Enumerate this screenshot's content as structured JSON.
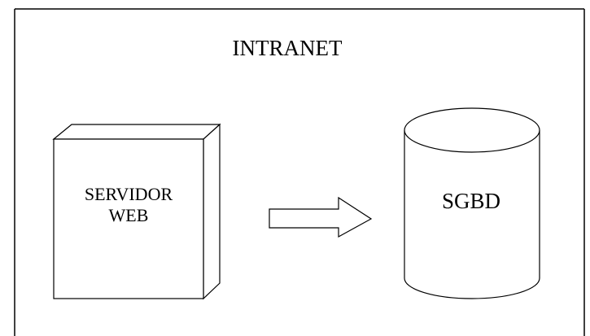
{
  "diagram": {
    "title": "INTRANET",
    "server": {
      "label_line1": "SERVIDOR",
      "label_line2": "WEB"
    },
    "database": {
      "label": "SGBD"
    }
  }
}
